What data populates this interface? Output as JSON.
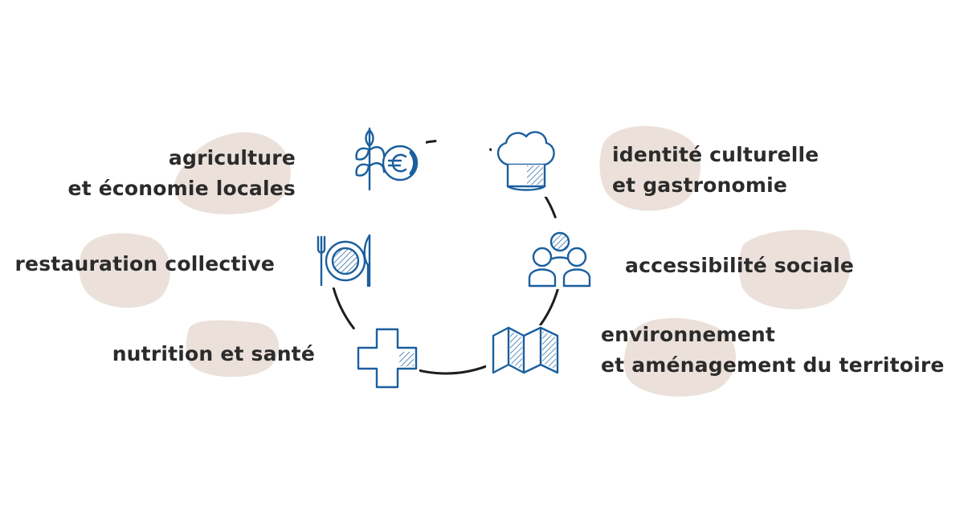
{
  "colors": {
    "icon_blue": "#1a5f9e",
    "blob_beige": "#ebe1da",
    "circle_stroke": "#1e1e1e",
    "text": "#2b2b2b",
    "background": "#ffffff"
  },
  "topics": {
    "agriculture": {
      "line1": "agriculture",
      "line2": "et économie locales",
      "icon": "wheat-euro-icon"
    },
    "culture": {
      "line1": "identité culturelle",
      "line2": "et gastronomie",
      "icon": "chef-hat-icon"
    },
    "restauration": {
      "line1": "restauration collective",
      "icon": "plate-cutlery-icon"
    },
    "social": {
      "line1": "accessibilité sociale",
      "icon": "people-group-icon"
    },
    "nutrition": {
      "line1": "nutrition et santé",
      "icon": "health-cross-icon"
    },
    "environnement": {
      "line1": "environnement",
      "line2": "et aménagement du territoire",
      "icon": "folded-map-icon"
    }
  }
}
